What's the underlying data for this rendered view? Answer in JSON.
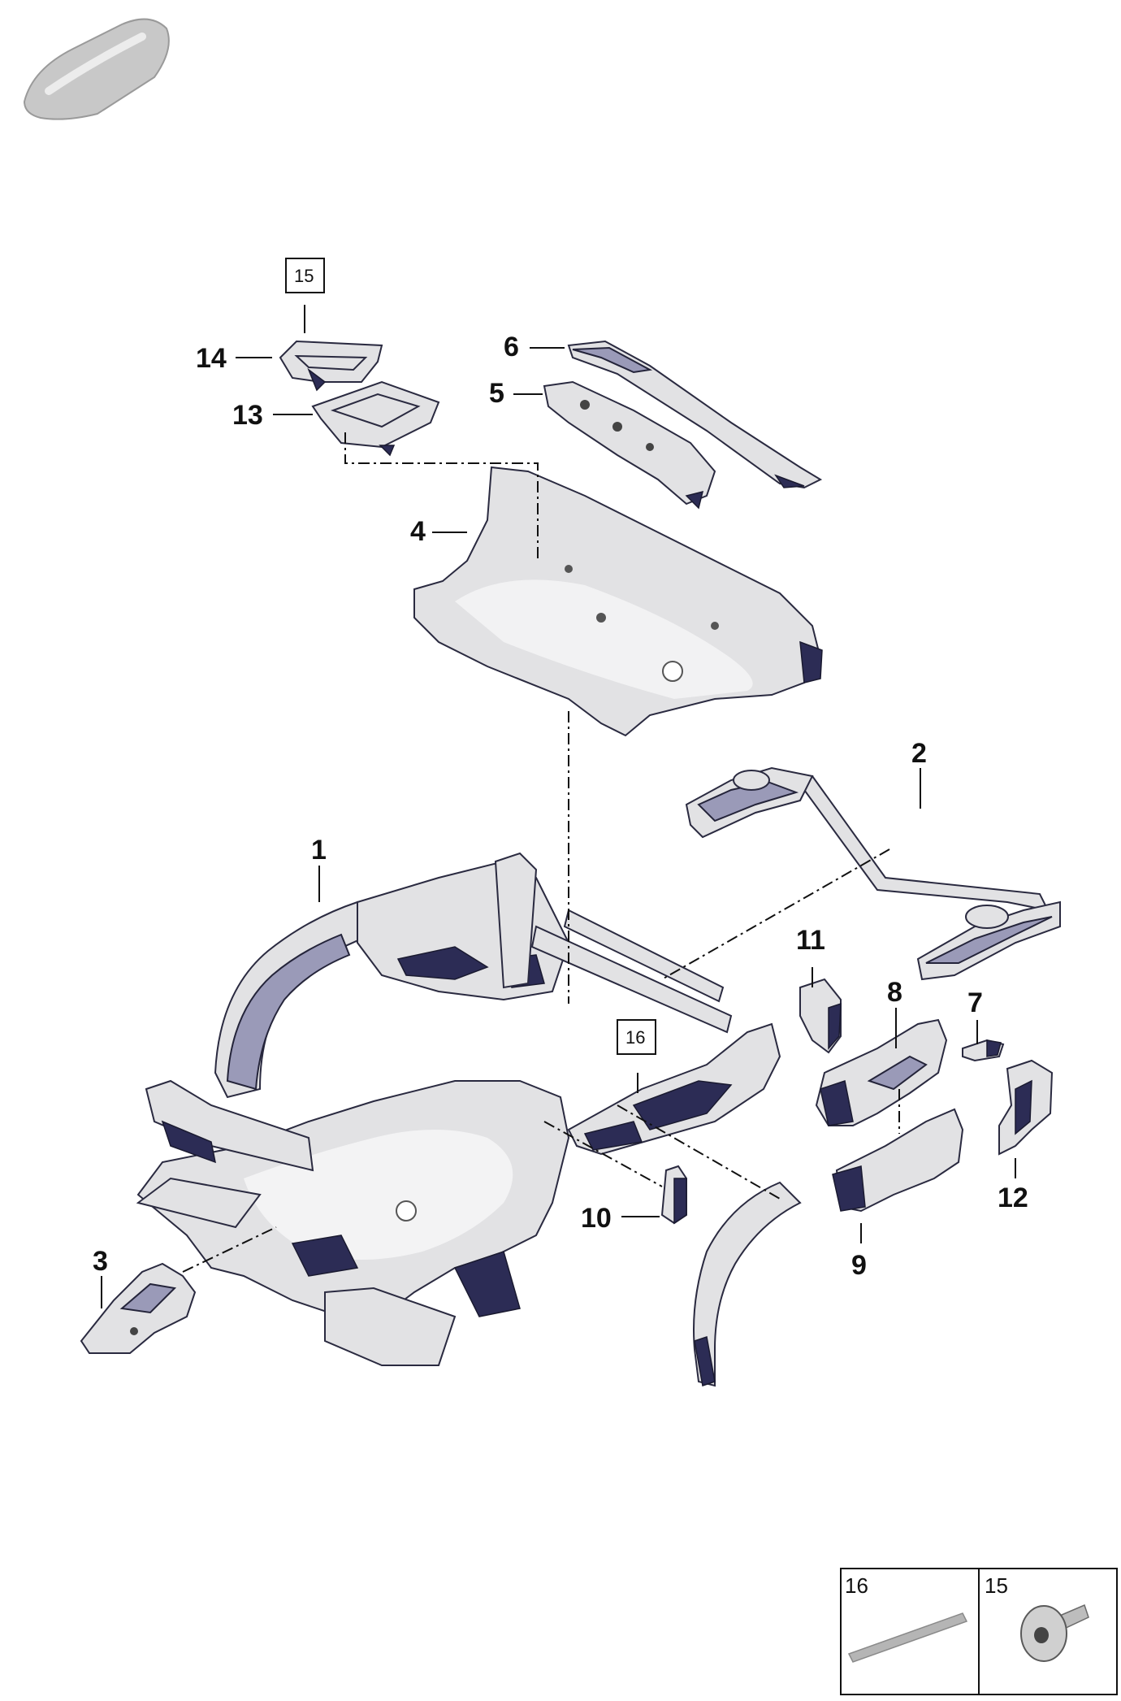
{
  "callouts": {
    "c1": "1",
    "c2": "2",
    "c3": "3",
    "c4": "4",
    "c5": "5",
    "c6": "6",
    "c7": "7",
    "c8": "8",
    "c9": "9",
    "c10": "10",
    "c11": "11",
    "c12": "12",
    "c13": "13",
    "c14": "14"
  },
  "boxed_refs": {
    "b15": "15",
    "b16": "16"
  },
  "legend": {
    "cell16": "16",
    "cell15": "15"
  },
  "colors": {
    "metal": "#e2e2e4",
    "shadow": "#2c2c55",
    "outline": "#2a2a40"
  },
  "icons": [
    "car-thumbnail-icon",
    "sealing-strip-icon",
    "bolt-icon"
  ]
}
